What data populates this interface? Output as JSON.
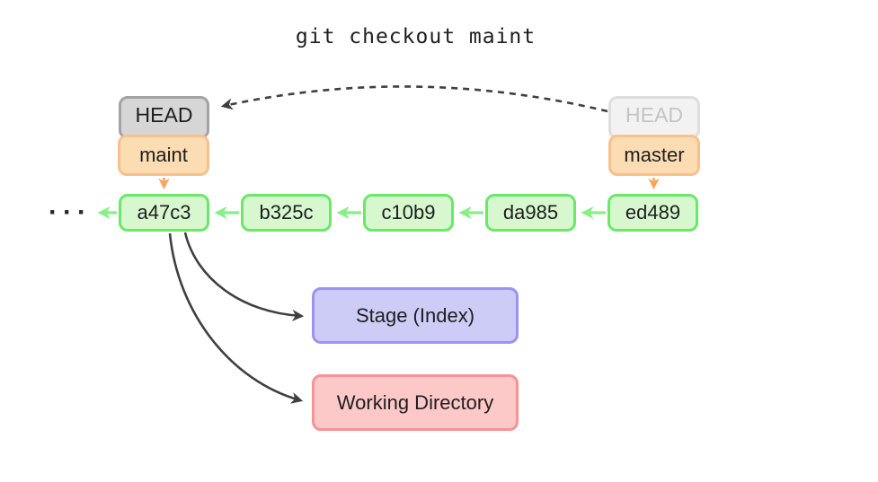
{
  "title": "git checkout maint",
  "head_current": {
    "label": "HEAD"
  },
  "branch_current": {
    "label": "maint"
  },
  "head_previous": {
    "label": "HEAD"
  },
  "branch_previous": {
    "label": "master"
  },
  "commits": [
    "a47c3",
    "b325c",
    "c10b9",
    "da985",
    "ed489"
  ],
  "ellipsis": "···",
  "areas": {
    "stage": "Stage (Index)",
    "working": "Working Directory"
  },
  "colors": {
    "text": "#1e1e1e",
    "head_bg": "#d6d6d6",
    "head_border": "#a3a3a3",
    "head_faded_bg": "#f2f2f2",
    "head_faded_border": "#dedede",
    "head_faded_text": "#c4c4c4",
    "branch_bg": "#fcdcb2",
    "branch_border": "#f8c08a",
    "branch_arrow": "#f8a55c",
    "commit_bg": "#d7f8cf",
    "commit_border": "#69e869",
    "commit_arrow": "#88ef88",
    "stage_bg": "#cdccf7",
    "stage_border": "#9b94ee",
    "working_bg": "#fdc8c8",
    "working_border": "#f49494",
    "arrow_dark": "#3f3f3f"
  }
}
